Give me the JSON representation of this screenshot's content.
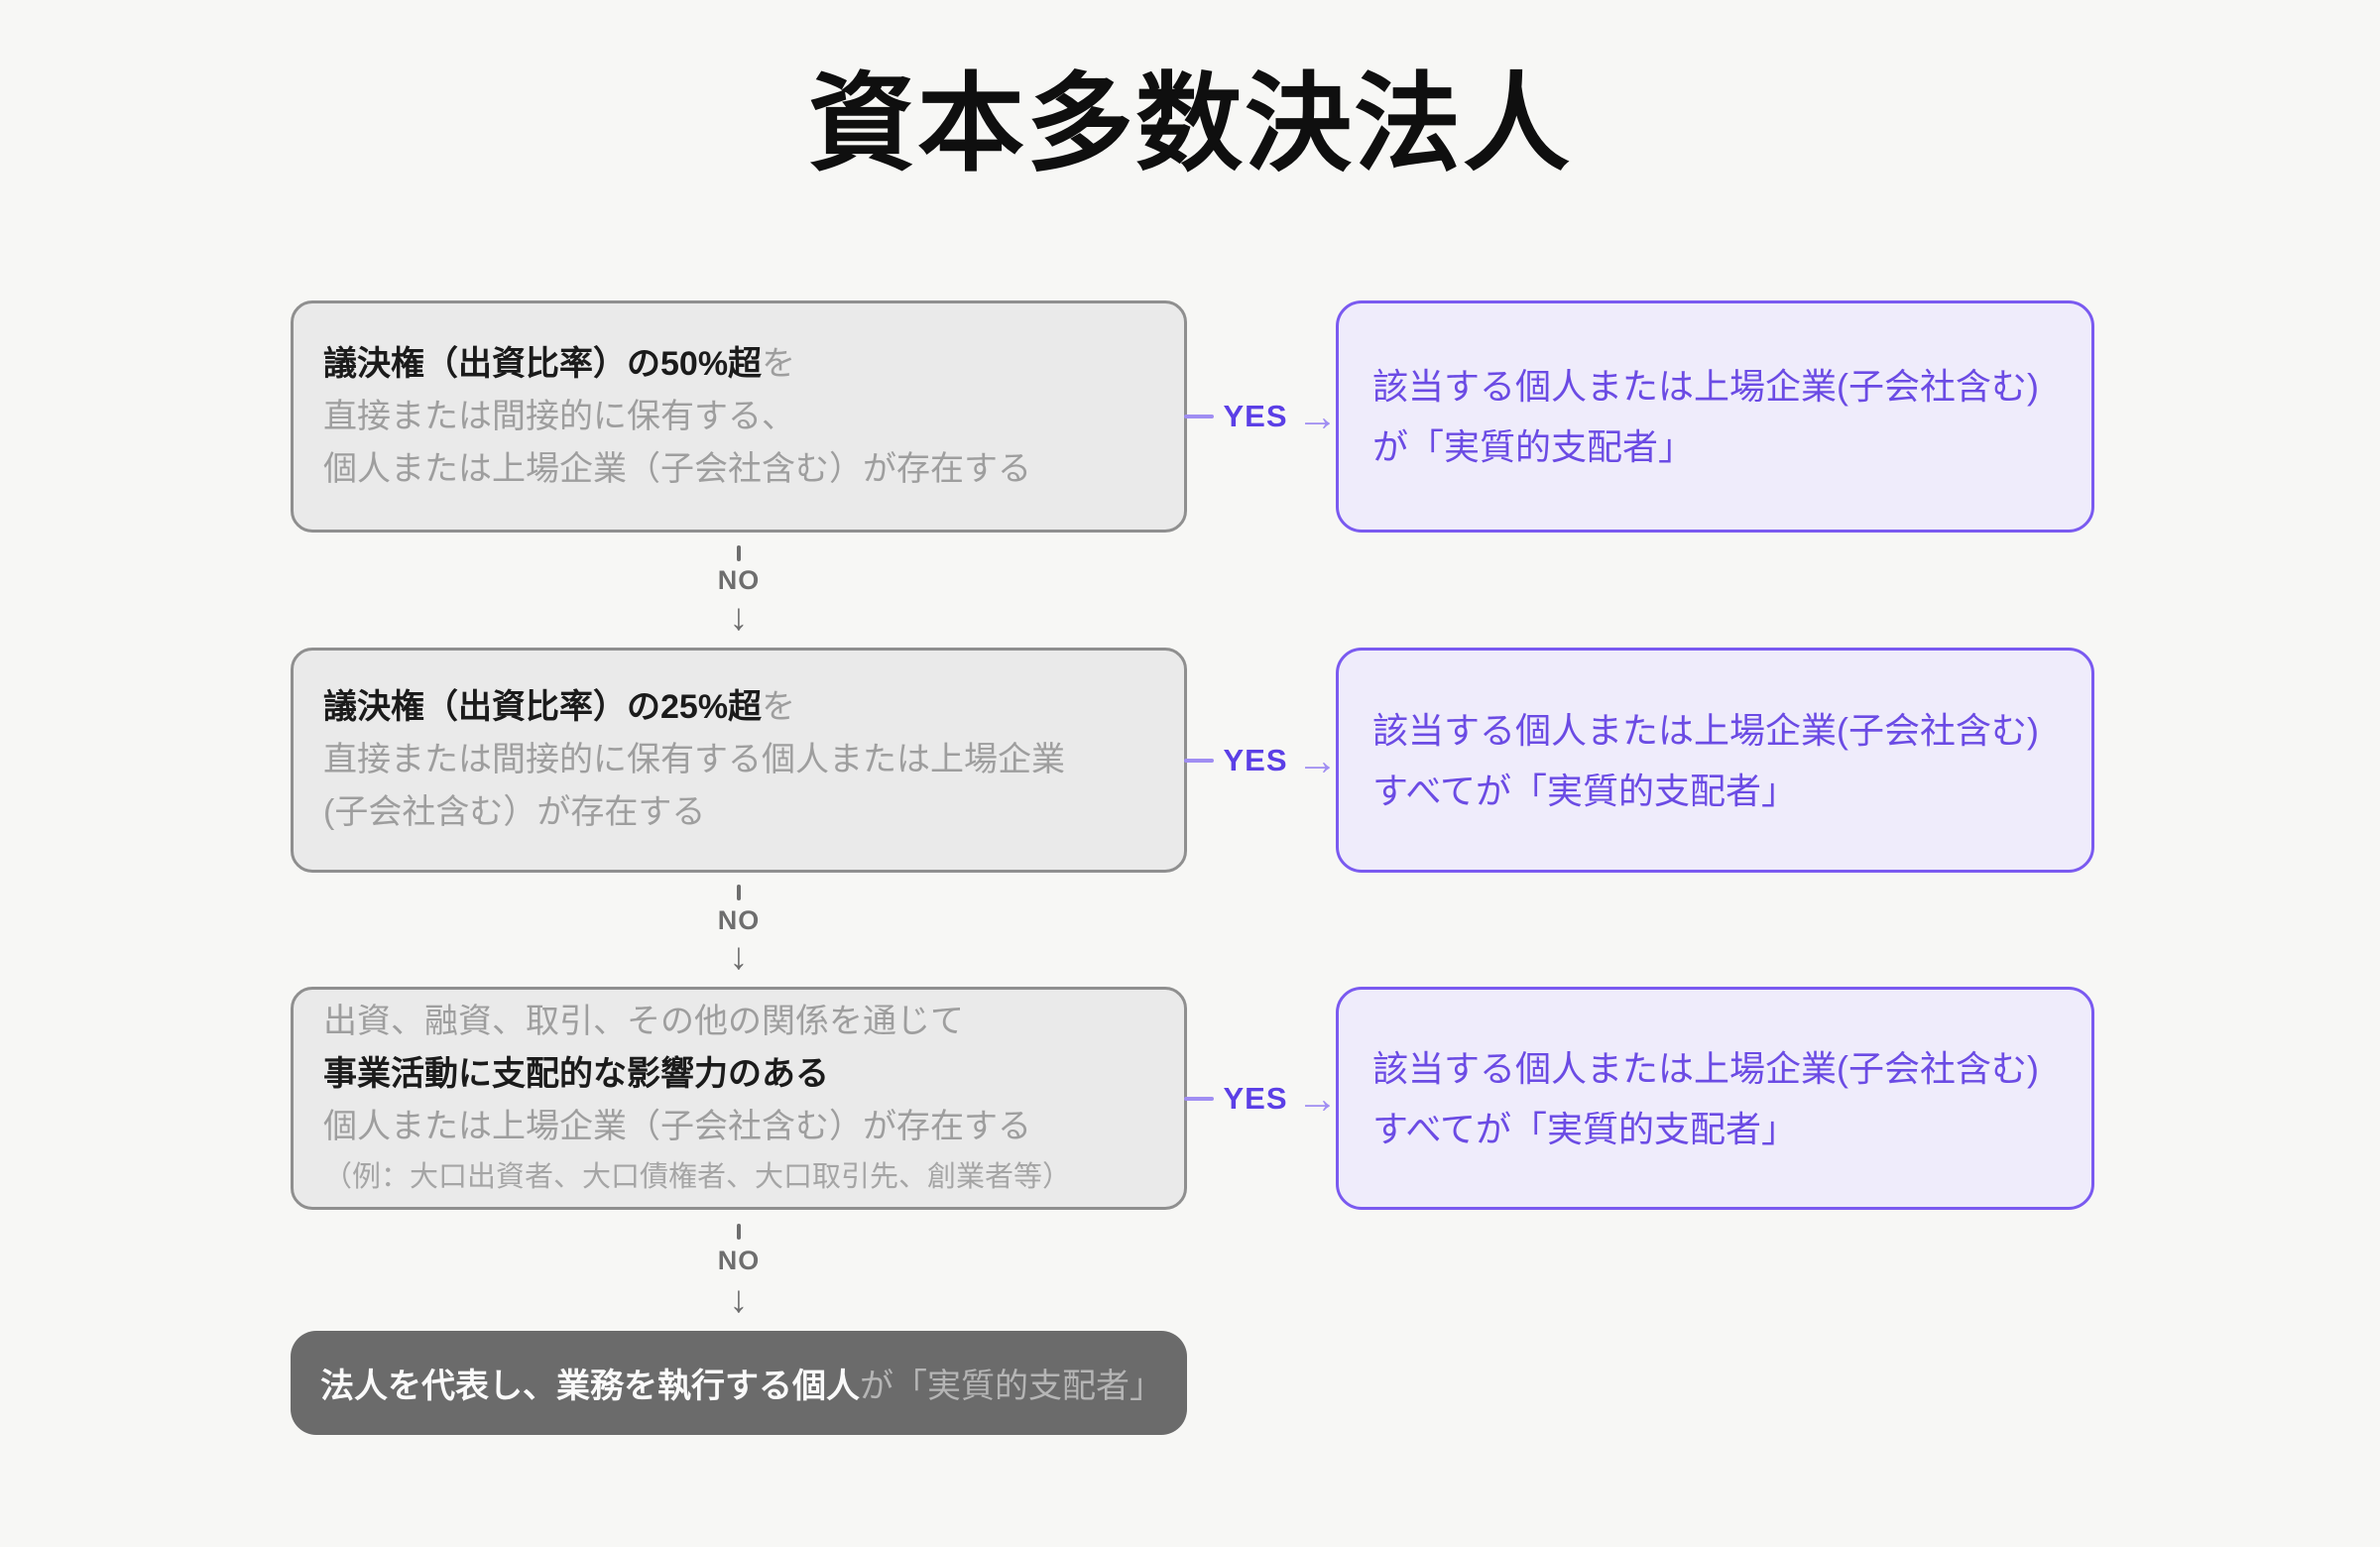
{
  "title": "資本多数決法人",
  "labels": {
    "yes": "YES",
    "no": "NO",
    "right_arrow": "→",
    "down_arrow": "↓"
  },
  "rows": [
    {
      "condition": {
        "line1_bold": "議決権（出資比率）の50%超",
        "line1_rest": "を",
        "line2": "直接または間接的に保有する、",
        "line3": "個人または上場企業（子会社含む）が存在する"
      },
      "result": {
        "line1": "該当する個人または上場企業(子会社含む)",
        "line2": "が「実質的支配者」"
      }
    },
    {
      "condition": {
        "line1_bold": "議決権（出資比率）の25%超",
        "line1_rest": "を",
        "line2": "直接または間接的に保有する個人または上場企業",
        "line3": "(子会社含む）が存在する"
      },
      "result": {
        "line1": "該当する個人または上場企業(子会社含む)",
        "line2": "すべてが「実質的支配者」"
      }
    },
    {
      "condition": {
        "line1": "出資、融資、取引、その他の関係を通じて",
        "line2_bold": "事業活動に支配的な影響力のある",
        "line3": "個人または上場企業（子会社含む）が存在する",
        "line4_note": "（例：大口出資者、大口債権者、大口取引先、創業者等）"
      },
      "result": {
        "line1": "該当する個人または上場企業(子会社含む)",
        "line2": "すべてが「実質的支配者」"
      }
    }
  ],
  "final": {
    "main": "法人を代表し、業務を執行する個人",
    "suffix": "が「実質的支配者」"
  },
  "colors": {
    "background": "#f7f7f5",
    "gray_fill": "#eaeaea",
    "gray_border": "#8f8f8f",
    "text_dark": "#1b1b1b",
    "text_gray": "#9e9e9e",
    "text_note": "#a5a5a5",
    "purple_fill": "#efecfb",
    "purple_border": "#7a5af0",
    "purple_text": "#6b4be4",
    "yes_accent": "#5b3fe6",
    "yes_light": "#a08ef2",
    "no_gray": "#6e6e6e",
    "dark_fill": "#6b6b6b",
    "final_main": "#fafafa",
    "final_suffix": "#b5b5b5"
  }
}
